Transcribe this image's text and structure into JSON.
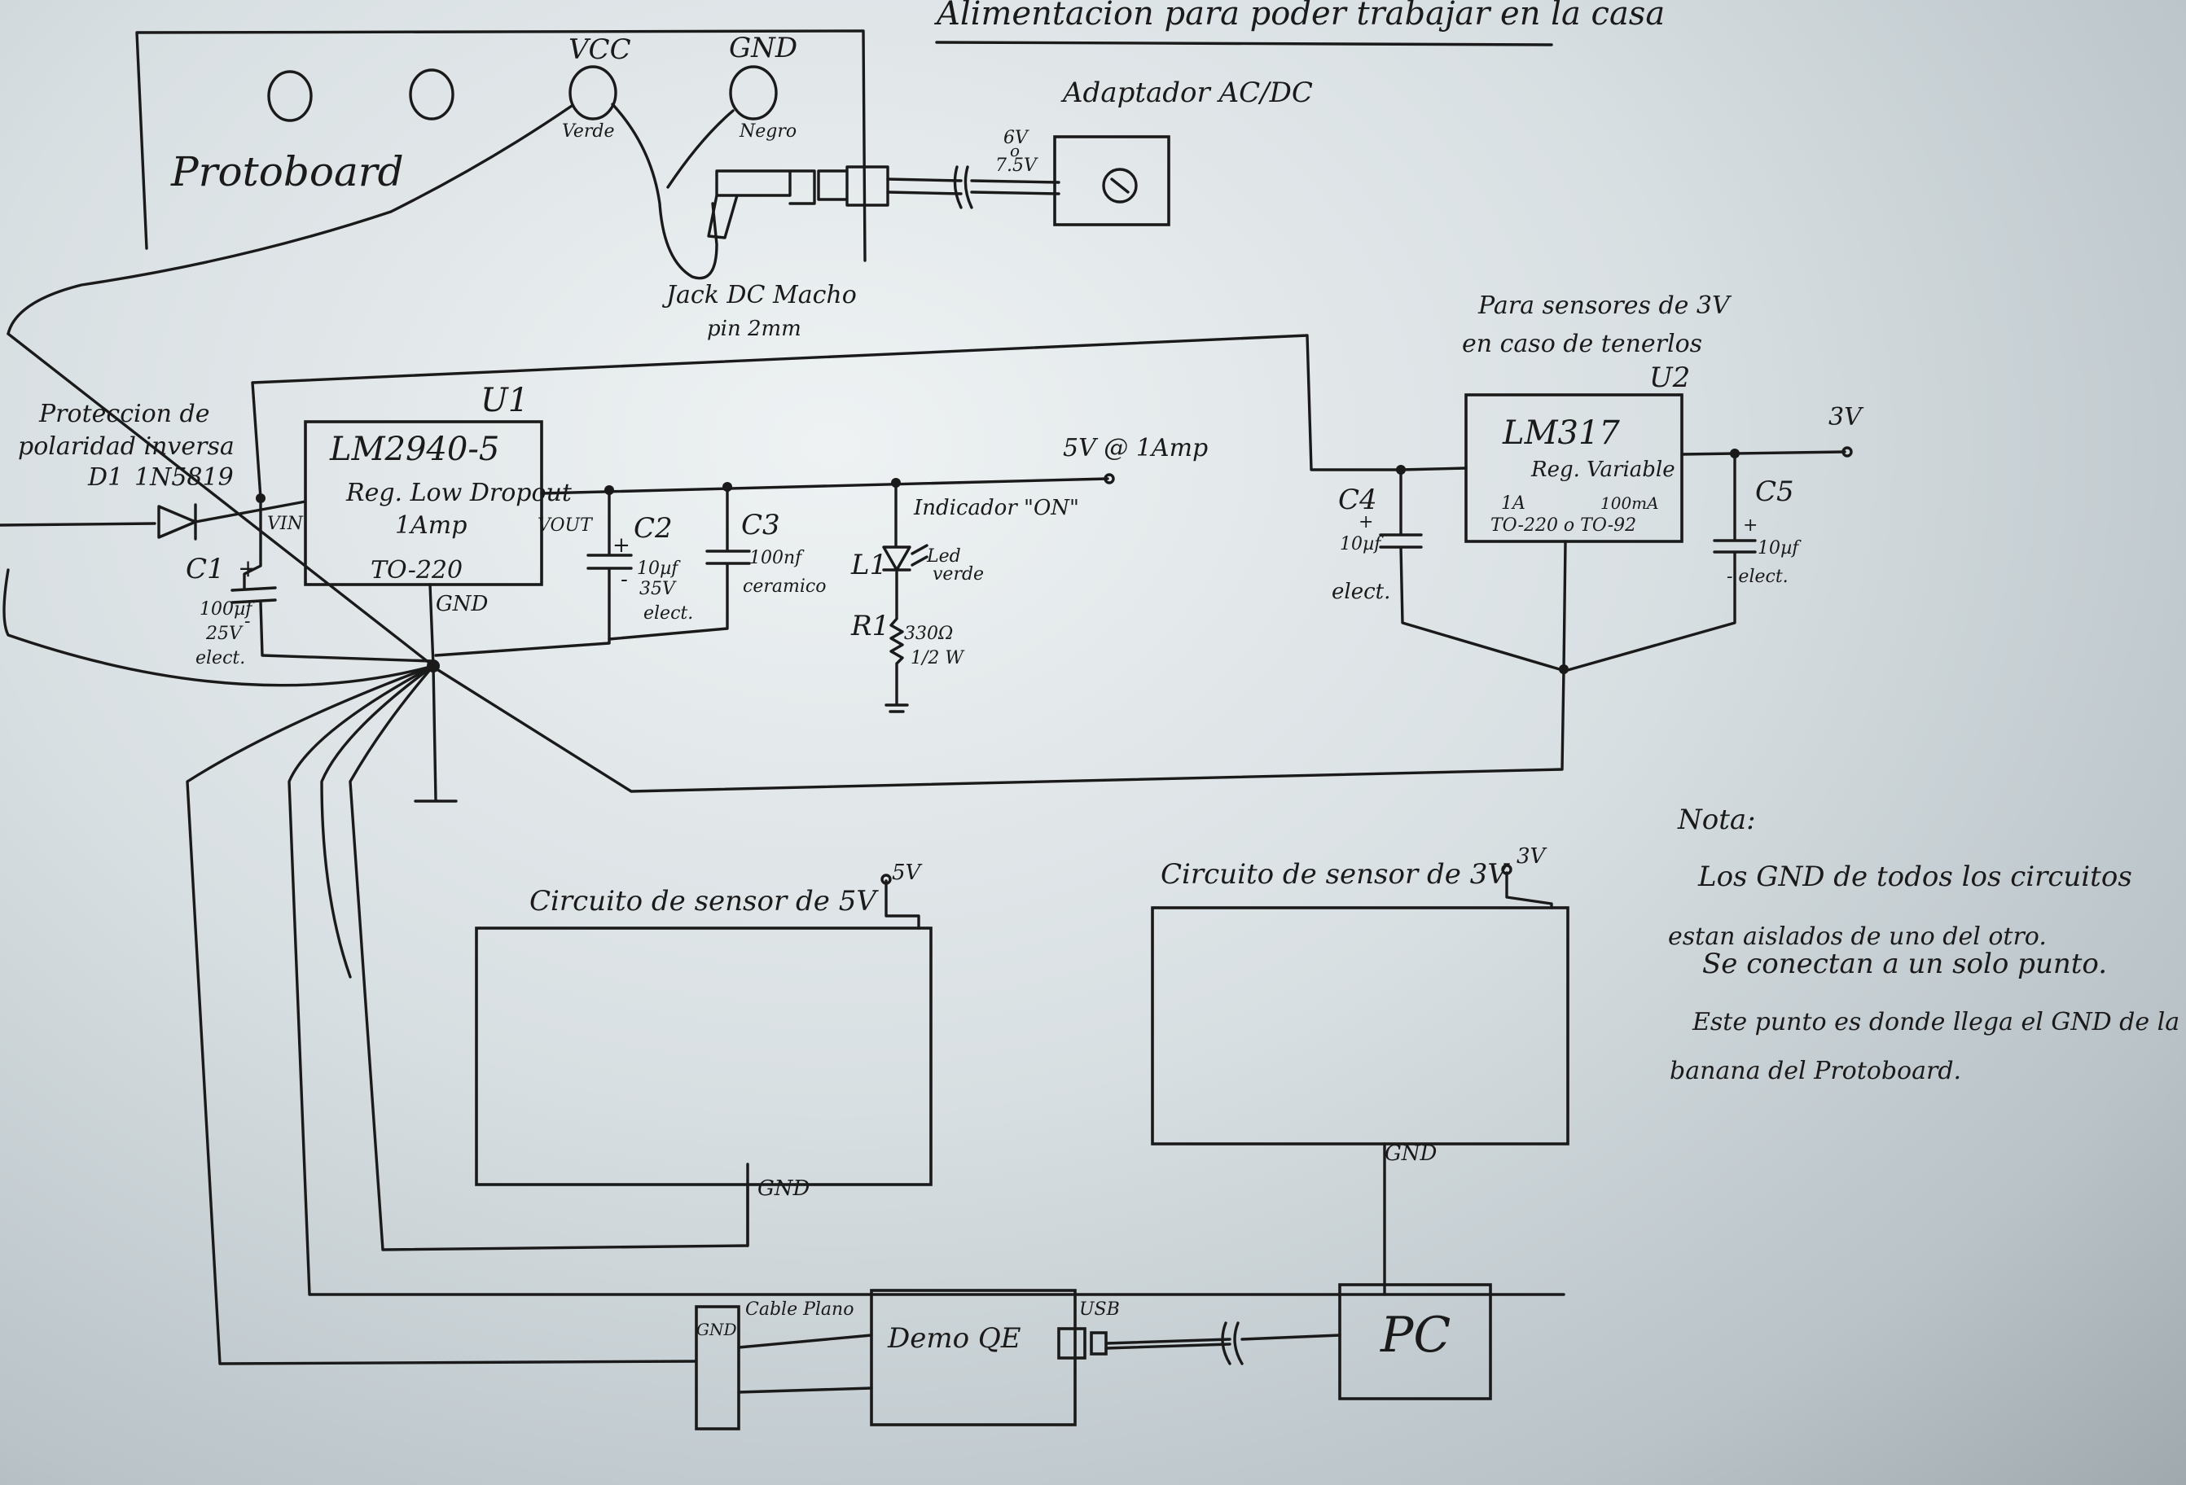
{
  "title": "Alimentacion para poder trabajar en la casa",
  "protoboard": {
    "label": "Protoboard",
    "vcc": "VCC",
    "gnd": "GND",
    "verde": "Verde",
    "negro": "Negro"
  },
  "adapter": {
    "label": "Adaptador AC/DC",
    "v1": "6V",
    "o": "o",
    "v2": "7.5V"
  },
  "jack": {
    "line1": "Jack DC Macho",
    "line2": "pin 2mm"
  },
  "diode": {
    "label1": "Proteccion de",
    "label2": "polaridad inversa",
    "ref": "D1",
    "part": "1N5819"
  },
  "u1": {
    "ref": "U1",
    "part": "LM2940-5",
    "desc": "Reg. Low Dropout",
    "current": "1Amp",
    "package": "TO-220",
    "vin": "VIN",
    "vout": "VOUT",
    "gnd": "GND"
  },
  "c1": {
    "ref": "C1",
    "plus": "+",
    "value": "100µf",
    "voltage": "25V",
    "type": "elect.",
    "minus": "-"
  },
  "c2": {
    "ref": "C2",
    "plus": "+",
    "value": "10µf",
    "voltage": "35V",
    "type": "elect.",
    "minus": "-"
  },
  "c3": {
    "ref": "C3",
    "value": "100nf",
    "type": "ceramico"
  },
  "out5v": "5V @ 1Amp",
  "indicator": {
    "label": "Indicador \"ON\"",
    "l1": "L1",
    "led": "Led",
    "verde": "verde",
    "r1": "R1",
    "value": "330Ω",
    "power": "1/2 W"
  },
  "sensors3v_note": {
    "line1": "Para sensores de 3V",
    "line2": "en caso de tenerlos"
  },
  "u2": {
    "ref": "U2",
    "part": "LM317",
    "desc": "Reg. Variable",
    "c1": "1A",
    "c2": "100mA",
    "package": "TO-220 o TO-92"
  },
  "c4": {
    "ref": "C4",
    "plus": "+",
    "value": "10µf",
    "type": "elect."
  },
  "c5": {
    "ref": "C5",
    "plus": "+",
    "value": "10µf",
    "type": "- elect."
  },
  "out3v": "3V",
  "circuit5v": {
    "label": "Circuito de sensor de 5V",
    "supply": "5V",
    "gnd": "GND"
  },
  "circuit3v": {
    "label": "Circuito de sensor de 3V",
    "supply": "3V",
    "gnd": "GND"
  },
  "note": {
    "heading": "Nota:",
    "lines": [
      "Los GND de todos los circuitos",
      "estan aislados de uno del otro.",
      "Se conectan a un solo punto.",
      "Este punto es donde llega el GND de la",
      "banana del Protoboard."
    ]
  },
  "demo": {
    "label": "Demo QE",
    "gnd": "GND",
    "cable": "Cable Plano",
    "usb": "USB"
  },
  "pc": "PC"
}
